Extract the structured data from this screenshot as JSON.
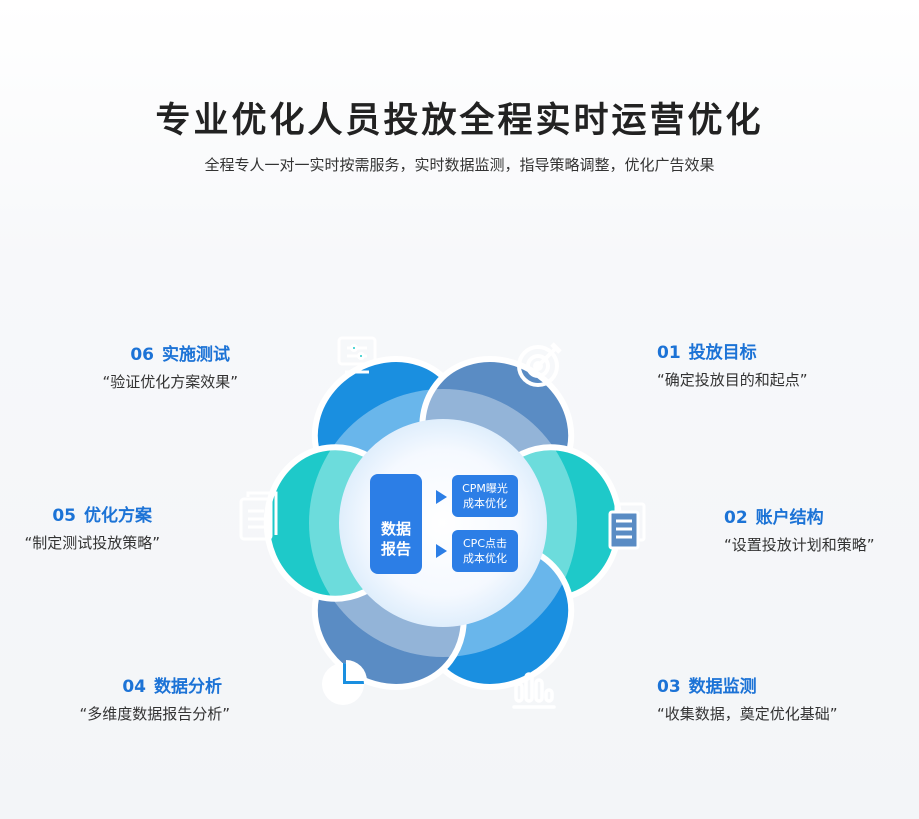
{
  "header": {
    "title": "专业优化人员投放全程实时运营优化",
    "subtitle": "全程专人一对一实时按需服务，实时数据监测，指导策略调整，优化广告效果"
  },
  "steps": [
    {
      "num": "01",
      "title": "投放目标",
      "desc": "“确定投放目的和起点”",
      "icon": "target-icon",
      "color": "#1a8fe0"
    },
    {
      "num": "02",
      "title": "账户结构",
      "desc": "“设置投放计划和策略”",
      "icon": "documents-icon",
      "color": "#5a8cc4"
    },
    {
      "num": "03",
      "title": "数据监测",
      "desc": "“收集数据，奠定优化基础”",
      "icon": "bar-chart-icon",
      "color": "#1ec9c9"
    },
    {
      "num": "04",
      "title": "数据分析",
      "desc": "“多维度数据报告分析”",
      "icon": "pie-chart-icon",
      "color": "#1a8fe0"
    },
    {
      "num": "05",
      "title": "优化方案",
      "desc": "“制定测试投放策略”",
      "icon": "document-icon",
      "color": "#5a8cc4"
    },
    {
      "num": "06",
      "title": "实施测试",
      "desc": "“验证优化方案效果”",
      "icon": "settings-monitor-icon",
      "color": "#1ec9c9"
    }
  ],
  "center": {
    "report_line1": "数据",
    "report_line2": "报告",
    "cpm_line1": "CPM曝光",
    "cpm_line2": "成本优化",
    "cpc_line1": "CPC点击",
    "cpc_line2": "成本优化"
  }
}
